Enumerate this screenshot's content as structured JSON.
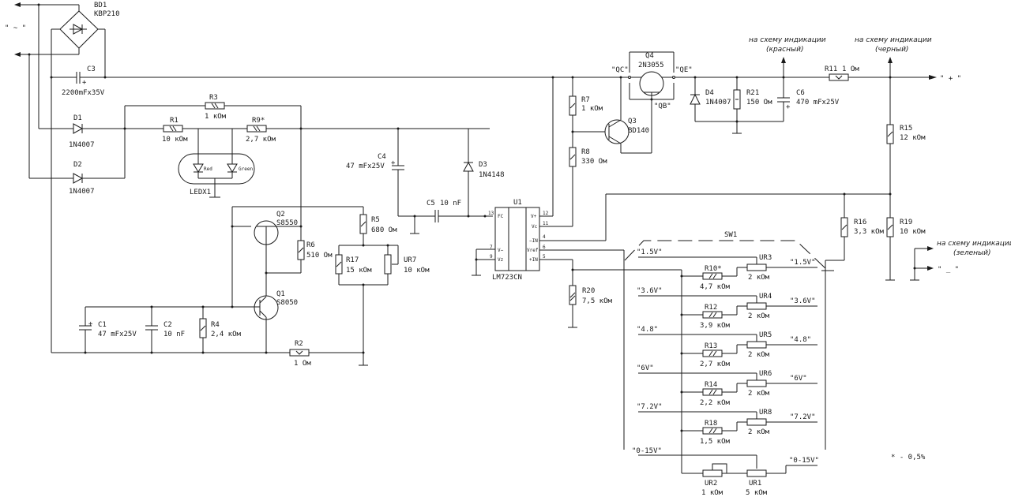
{
  "title": "Regulated power supply schematic (LM723CN)",
  "terminals": {
    "ac_input": "\" ~ \"",
    "plus_out": "\" + \"",
    "minus_out": "\" _ \"",
    "ind_red_line1": "на схему индикации",
    "ind_red_line2": "(красный)",
    "ind_black_line1": "на схему индикации",
    "ind_black_line2": "(черный)",
    "ind_green_line1": "на схему индикации",
    "ind_green_line2": "(зеленый)"
  },
  "components": {
    "BD1": {
      "ref": "BD1",
      "value": "KBP210"
    },
    "C3": {
      "ref": "C3",
      "value": "2200mFx35V"
    },
    "D1": {
      "ref": "D1",
      "value": "1N4007"
    },
    "D2": {
      "ref": "D2",
      "value": "1N4007"
    },
    "R1": {
      "ref": "R1",
      "value": "10 кОм"
    },
    "R3": {
      "ref": "R3",
      "value": "1 кОм"
    },
    "R9": {
      "ref": "R9*",
      "value": "2,7 кОм"
    },
    "LEDX1": {
      "ref": "LEDX1",
      "red": "Red",
      "green": "Green"
    },
    "C4": {
      "ref": "C4",
      "value": "47 mFx25V"
    },
    "D3": {
      "ref": "D3",
      "value": "1N4148"
    },
    "C5": {
      "ref": "C5",
      "value": "10 nF"
    },
    "U1": {
      "ref": "U1",
      "value": "LM723CN",
      "pins": {
        "fc": "FC",
        "vplus": "V+",
        "vc": "Vc",
        "inminus": "−IN",
        "vref": "Vref",
        "inplus": "+IN",
        "vminus": "V−",
        "vz": "Vz",
        "p13": "13",
        "p12": "12",
        "p11": "11",
        "p4": "4",
        "p6": "6",
        "p5": "5",
        "p7": "7",
        "p9": "9"
      }
    },
    "Q2": {
      "ref": "Q2",
      "value": "S8550"
    },
    "Q1": {
      "ref": "Q1",
      "value": "S8050"
    },
    "R6": {
      "ref": "R6",
      "value": "510 Ом"
    },
    "R5": {
      "ref": "R5",
      "value": "680 Ом"
    },
    "R17": {
      "ref": "R17",
      "value": "15 кОм"
    },
    "UR7": {
      "ref": "UR7",
      "value": "10 кОм"
    },
    "C1": {
      "ref": "C1",
      "value": "47 mFx25V"
    },
    "C2": {
      "ref": "C2",
      "value": "10 nF"
    },
    "R4": {
      "ref": "R4",
      "value": "2,4 кОм"
    },
    "R2": {
      "ref": "R2",
      "value": "1 Ом"
    },
    "R7": {
      "ref": "R7",
      "value": "1 кОм"
    },
    "R8": {
      "ref": "R8",
      "value": "330 Ом"
    },
    "Q3": {
      "ref": "Q3",
      "value": "BD140"
    },
    "Q4": {
      "ref": "Q4",
      "value": "2N3055",
      "qc": "\"QC\"",
      "qe": "\"QE\"",
      "qb": "\"QB\""
    },
    "D4": {
      "ref": "D4",
      "value": "1N4007"
    },
    "R21": {
      "ref": "R21",
      "value": "150 Ом"
    },
    "C6": {
      "ref": "C6",
      "value": "470 mFx25V"
    },
    "R11": {
      "ref": "R11",
      "value": "1 Ом"
    },
    "R15": {
      "ref": "R15",
      "value": "12 кОм"
    },
    "R16": {
      "ref": "R16",
      "value": "3,3 кОм"
    },
    "R19": {
      "ref": "R19",
      "value": "10 кОм"
    },
    "R20": {
      "ref": "R20",
      "value": "7,5 кОм"
    },
    "SW1": {
      "ref": "SW1"
    }
  },
  "switch_ranges": [
    {
      "left": "\"1.5V\"",
      "right": "\"1.5V\"",
      "r_ref": "R10*",
      "r_val": "4,7 кОм",
      "pot_ref": "UR3",
      "pot_val": "2 кОм"
    },
    {
      "left": "\"3.6V\"",
      "right": "\"3.6V\"",
      "r_ref": "R12",
      "r_val": "3,9 кОм",
      "pot_ref": "UR4",
      "pot_val": "2 кОм"
    },
    {
      "left": "\"4.8\"",
      "right": "\"4.8\"",
      "r_ref": "R13",
      "r_val": "2,7 кОм",
      "pot_ref": "UR5",
      "pot_val": "2 кОм"
    },
    {
      "left": "\"6V\"",
      "right": "\"6V\"",
      "r_ref": "R14",
      "r_val": "2,2 кОм",
      "pot_ref": "UR6",
      "pot_val": "2 кОм"
    },
    {
      "left": "\"7.2V\"",
      "right": "\"7.2V\"",
      "r_ref": "R18",
      "r_val": "1,5 кОм",
      "pot_ref": "UR8",
      "pot_val": "2 кОм"
    }
  ],
  "variable_range": {
    "left": "\"0-15V\"",
    "right": "\"0-15V\"",
    "ur2_ref": "UR2",
    "ur2_val": "1 кОм",
    "ur1_ref": "UR1",
    "ur1_val": "5 кОм"
  },
  "note": "* - 0,5%"
}
